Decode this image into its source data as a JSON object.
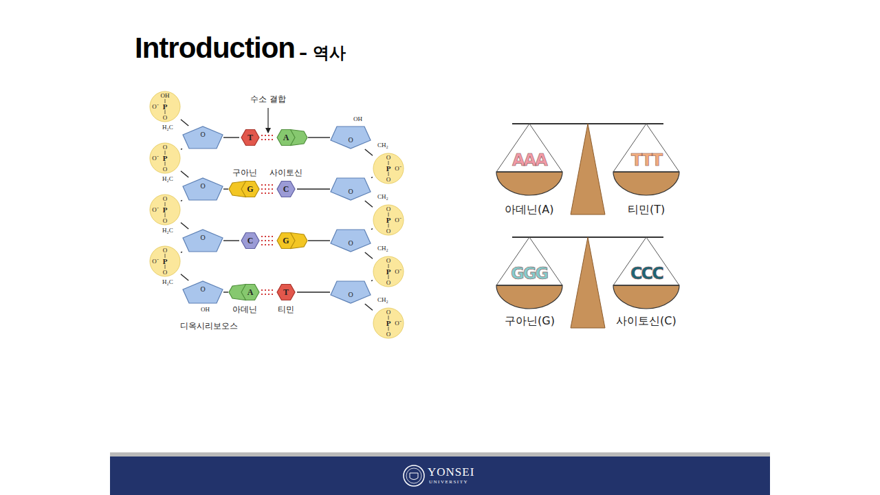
{
  "diagram": {
    "title": "Introduction",
    "nodes": [
      {
        "text": [
          "OH",
          "O⁻",
          "P",
          "O"
        ]
      },
      {
        "text": [
          "O",
          "O⁻",
          "P",
          "O"
        ]
      },
      {
        "text": [
          "O",
          "O⁻",
          "P",
          "O"
        ]
      },
      {
        "text": [
          "O",
          "O⁻",
          "P",
          "O"
        ]
      },
      {
        "text": [
          "O"
        ]
      },
      {
        "text": [
          "O"
        ]
      },
      {
        "text": [
          "O"
        ]
      },
      {
        "text": [
          "O"
        ]
      },
      {
        "text": [
          "T"
        ]
      },
      {
        "text": [
          "A"
        ]
      },
      {
        "text": [
          "G"
        ]
      },
      {
        "text": [
          "C"
        ]
      },
      {
        "text": [
          "C"
        ]
      },
      {
        "text": [
          "G"
        ]
      },
      {
        "text": [
          "A"
        ]
      },
      {
        "text": [
          "T"
        ]
      },
      {
        "text": [
          "O"
        ]
      },
      {
        "text": [
          "O"
        ]
      },
      {
        "text": [
          "O"
        ]
      },
      {
        "text": [
          "O"
        ]
      },
      {
        "text": [
          "O",
          "O⁻",
          "P",
          "O"
        ]
      },
      {
        "text": [
          "O",
          "O⁻",
          "P",
          "O"
        ]
      },
      {
        "text": [
          "O",
          "O⁻",
          "P",
          "O"
        ]
      },
      {
        "text": [
          "O",
          "O⁻",
          "P",
          "O"
        ]
      }
    ],
    "edges": [
      {
        "from": 8,
        "to": 9,
        "arrow": "none"
      },
      {
        "from": 10,
        "to": 11,
        "arrow": "none"
      },
      {
        "from": 12,
        "to": 13,
        "arrow": "none"
      },
      {
        "from": 14,
        "to": 15,
        "arrow": "none"
      },
      {
        "from": 4,
        "to": 8,
        "arrow": "none"
      },
      {
        "from": 5,
        "to": 10,
        "arrow": "none"
      },
      {
        "from": 6,
        "to": 12,
        "arrow": "none"
      },
      {
        "from": 7,
        "to": 14,
        "arrow": "none"
      },
      {
        "from": 9,
        "to": 16,
        "arrow": "none"
      },
      {
        "from": 11,
        "to": 17,
        "arrow": "none"
      },
      {
        "from": 13,
        "to": 18,
        "arrow": "none"
      },
      {
        "from": 15,
        "to": 19,
        "arrow": "none"
      },
      {
        "from": 0,
        "to": 4,
        "arrow": "none"
      },
      {
        "from": 1,
        "to": 5,
        "arrow": "none"
      },
      {
        "from": 2,
        "to": 6,
        "arrow": "none"
      },
      {
        "from": 3,
        "to": 7,
        "arrow": "none"
      },
      {
        "from": 4,
        "to": 1,
        "arrow": "none"
      },
      {
        "from": 5,
        "to": 2,
        "arrow": "none"
      },
      {
        "from": 6,
        "to": 3,
        "arrow": "none"
      },
      {
        "from": 16,
        "to": 20,
        "arrow": "none"
      },
      {
        "from": 17,
        "to": 21,
        "arrow": "none"
      },
      {
        "from": 18,
        "to": 22,
        "arrow": "none"
      },
      {
        "from": 19,
        "to": 23,
        "arrow": "none"
      },
      {
        "from": 20,
        "to": 17,
        "arrow": "none"
      },
      {
        "from": 21,
        "to": 18,
        "arrow": "none"
      },
      {
        "from": 22,
        "to": 19,
        "arrow": "none"
      }
    ],
    "labels": [
      "– 역사",
      "수소 결합",
      "구아닌",
      "사이토신",
      "아데닌",
      "티민",
      "디옥시리보오스",
      "H₂C",
      "H₂C",
      "H₂C",
      "H₂C",
      "CH₂",
      "CH₂",
      "CH₂",
      "CH₂",
      "OH",
      "OH",
      "AAA",
      "TTT",
      "GGG",
      "CCC",
      "아데닌(A)",
      "티민(T)",
      "구아닌(G)",
      "사이토신(C)",
      "YONSEI",
      "UNIVERSITY"
    ]
  }
}
